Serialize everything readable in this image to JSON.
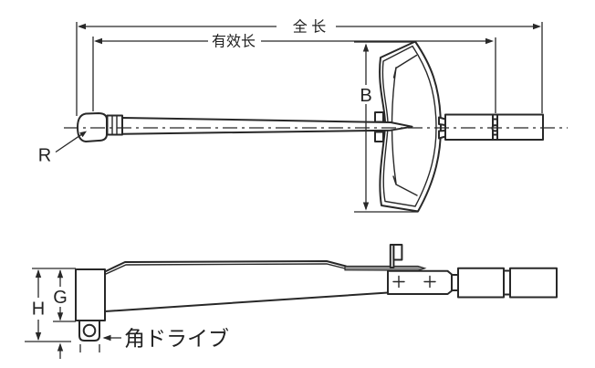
{
  "diagram": {
    "kind": "technical dimensional drawing of a beam-type torque wrench, top view and side view",
    "labels": {
      "total_length": "全 长",
      "effective_length": "有效长",
      "body_height": "B",
      "head_radius": "R",
      "overall_head_height": "H",
      "head_body_height": "G",
      "square_drive": "角ドライブ"
    },
    "colors": {
      "line": "#282828",
      "background": "#ffffff",
      "scale_strip": "#8f8f8f"
    }
  }
}
